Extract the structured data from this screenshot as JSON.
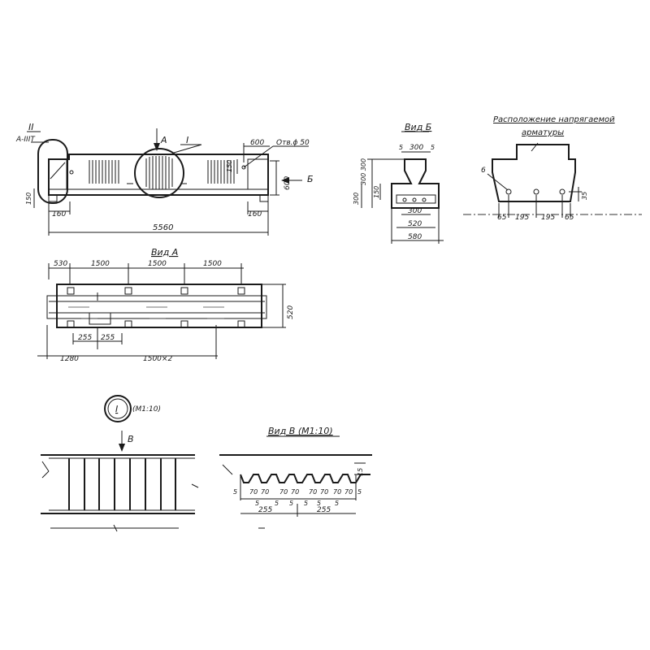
{
  "elevation": {
    "section_mark": "II",
    "section_steel": "A-IIIТ",
    "mark_A": "А",
    "node_1": "I",
    "mark_B": "Б",
    "dim_600_top": "600",
    "dim_hole": "Отв.ϕ 50",
    "dim_150_right": "150",
    "dim_600_h": "600",
    "dim_150_left": "150",
    "dim_160_left": "160",
    "dim_160_right": "160",
    "dim_total": "5560"
  },
  "view_b": {
    "title": "Вид Б",
    "dim_5_l": "5",
    "dim_300_top": "300",
    "dim_5_r": "5",
    "dim_300_300": "300 300",
    "dim_300_v": "300",
    "dim_150": "150",
    "dim_300_bot": "300",
    "dim_520": "520",
    "dim_580": "580"
  },
  "rebar": {
    "title_line1": "Расположение       напрягаемой",
    "title_line2": "арматуры",
    "pos_6": "6",
    "dim_65_l": "65",
    "dim_195_a": "195",
    "dim_195_b": "195",
    "dim_65_r": "65",
    "dim_35": "35"
  },
  "view_a": {
    "title": "Вид А",
    "dim_530": "530",
    "dim_1500_a": "1500",
    "dim_1500_b": "1500",
    "dim_1500_c": "1500",
    "dim_520": "520",
    "dim_255_a": "255",
    "dim_255_b": "255",
    "dim_1280": "1280",
    "dim_1500x2": "1500×2"
  },
  "node_detail": {
    "number": "I",
    "scale": "(М1:10)",
    "arrow_label": "В"
  },
  "view_v": {
    "title": "Вид В  (М1:10)",
    "dim_15": "15",
    "dim_5_l": "5",
    "dim_70_1": "70",
    "dim_70_2": "70",
    "dim_70_3": "70",
    "dim_70_4": "70",
    "dim_70_5": "70",
    "dim_70_6": "70",
    "dim_70_7": "70",
    "dim_70_8": "70",
    "dim_5_r": "5",
    "dim_5_a": "5",
    "dim_5_b": "5",
    "dim_5_c": "5",
    "dim_5_d": "5",
    "dim_5_e": "5",
    "dim_5_f": "5",
    "dim_255_a": "255",
    "dim_255_b": "255"
  }
}
